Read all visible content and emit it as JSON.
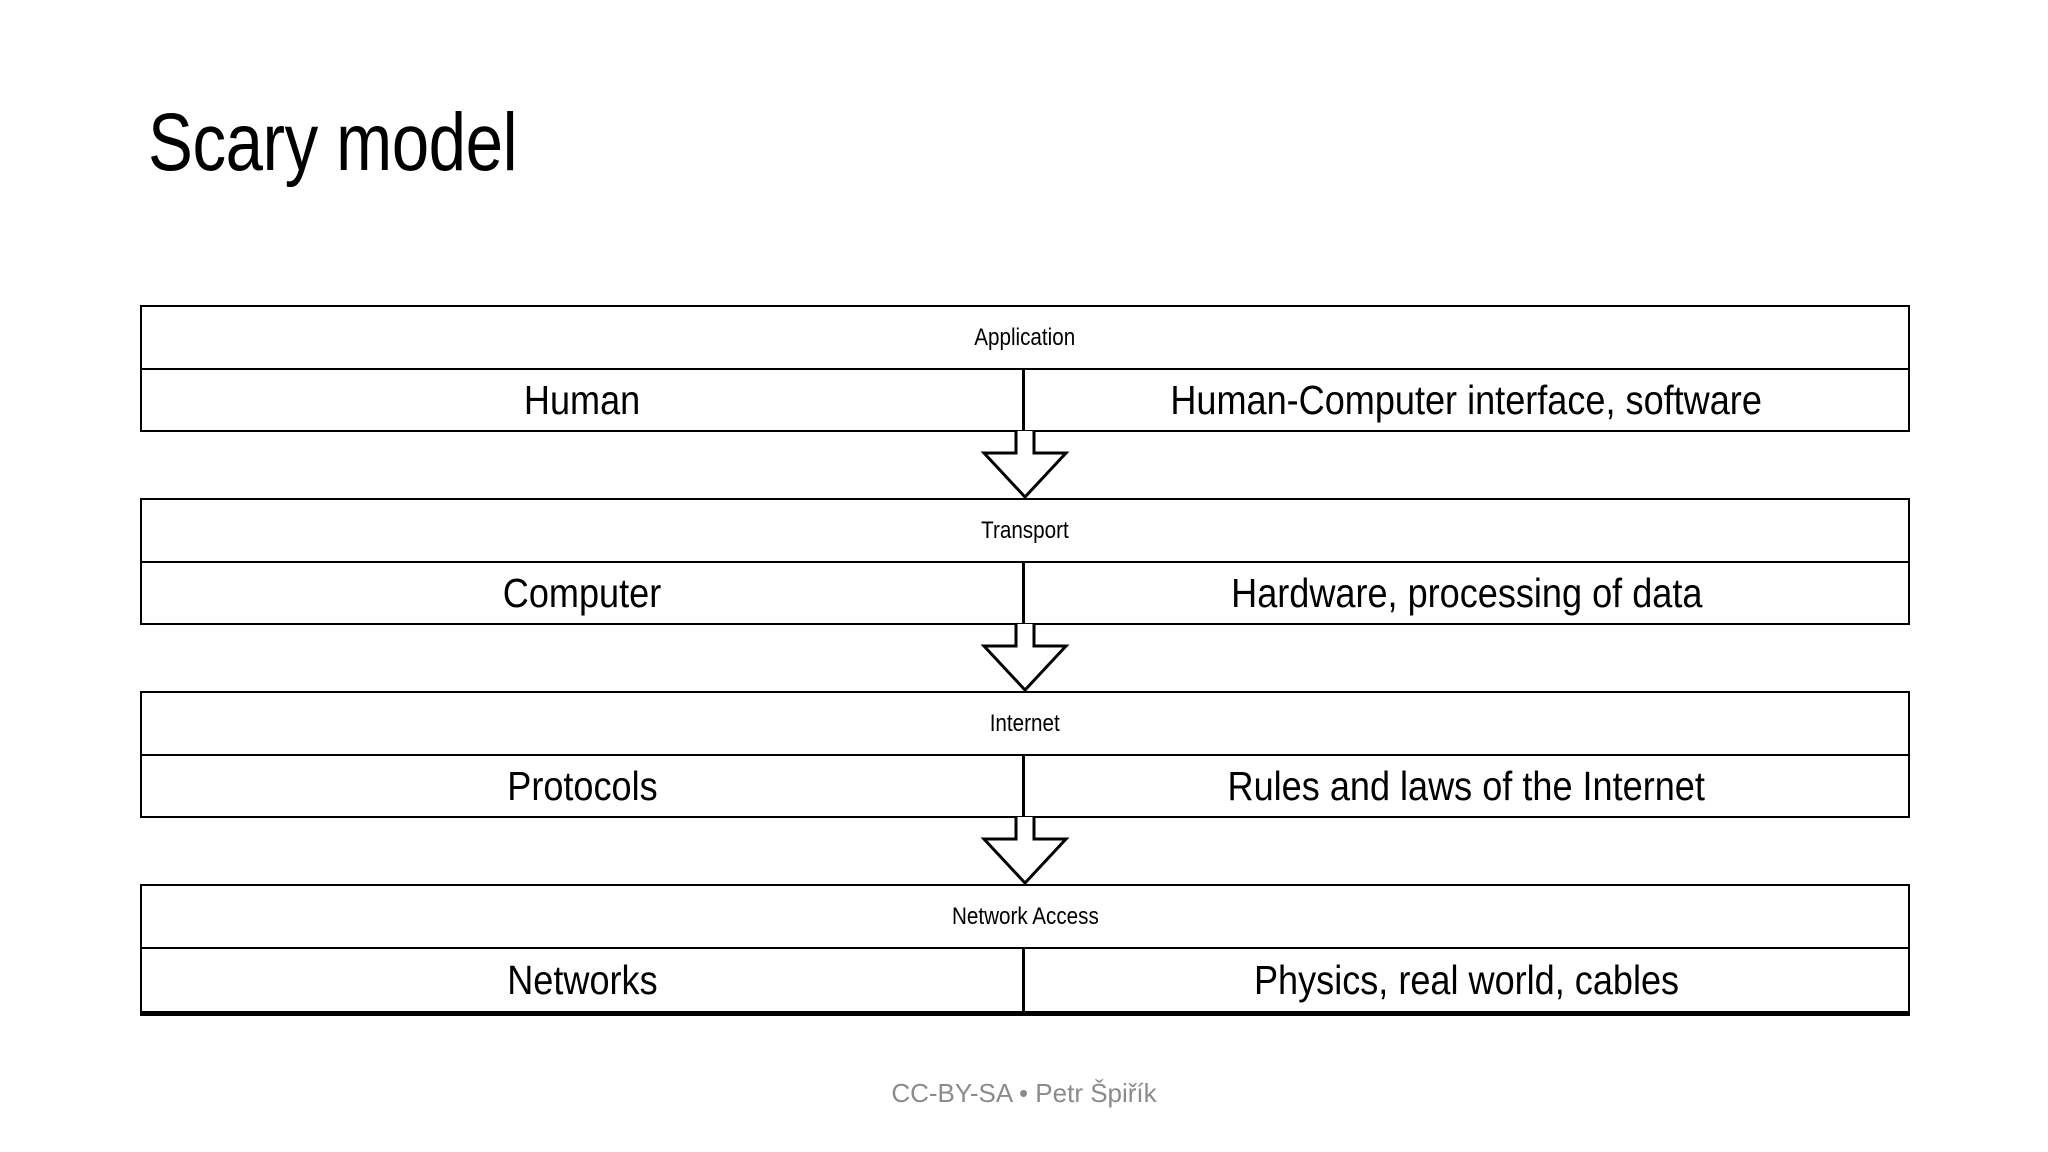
{
  "slide": {
    "title": "Scary model",
    "footer": "CC-BY-SA • Petr Špiřík"
  },
  "colors": {
    "background": "#ffffff",
    "text": "#000000",
    "border": "#000000",
    "footer_text": "#8b8b8b"
  },
  "diagram": {
    "type": "stacked-layer-model",
    "connector_icon": "down-arrow-icon",
    "layers": [
      {
        "header": "Application",
        "left": "Human",
        "right": "Human-Computer interface, software"
      },
      {
        "header": "Transport",
        "left": "Computer",
        "right": "Hardware, processing of data"
      },
      {
        "header": "Internet",
        "left": "Protocols",
        "right": "Rules and laws of the Internet"
      },
      {
        "header": "Network Access",
        "left": "Networks",
        "right": "Physics, real world, cables"
      }
    ]
  }
}
